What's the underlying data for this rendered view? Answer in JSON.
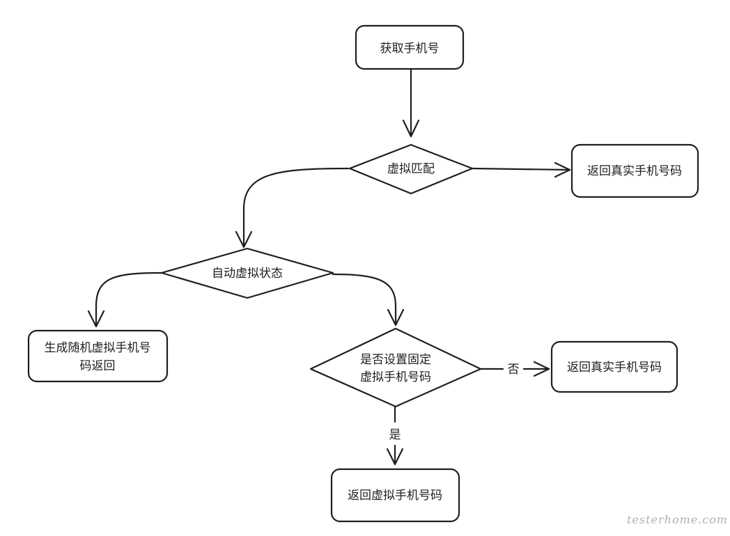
{
  "nodes": {
    "get_phone": "获取手机号",
    "virtual_match": "虚拟匹配",
    "return_real_1": "返回真实手机号码",
    "auto_virtual_state": "自动虚拟状态",
    "gen_random_line1": "生成随机虚拟手机号",
    "gen_random_line2": "码返回",
    "fixed_line1": "是否设置固定",
    "fixed_line2": "虚拟手机号码",
    "return_real_2": "返回真实手机号码",
    "return_virtual": "返回虚拟手机号码"
  },
  "edges": {
    "no_label": "否",
    "yes_label": "是"
  },
  "watermark": "testerhome.com"
}
